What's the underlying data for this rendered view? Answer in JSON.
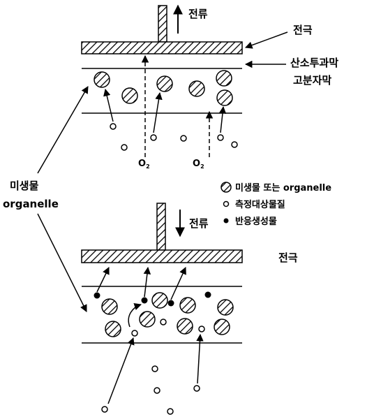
{
  "top_panel": {
    "current_label": "전류",
    "electrode_label": "전극",
    "membrane_label_line1": "산소투과막",
    "membrane_label_line2": "고분자막",
    "o2_base": "O",
    "o2_sub": "2"
  },
  "side_label": {
    "line1": "미생물",
    "line2": "organelle"
  },
  "legend": {
    "microbe": "미생물 또는 organelle",
    "substance": "측정대상물질",
    "product": "반응생성물"
  },
  "bottom_panel": {
    "current_label": "전류",
    "electrode_label": "전극"
  },
  "colors": {
    "ink": "#000000",
    "background": "#ffffff"
  }
}
